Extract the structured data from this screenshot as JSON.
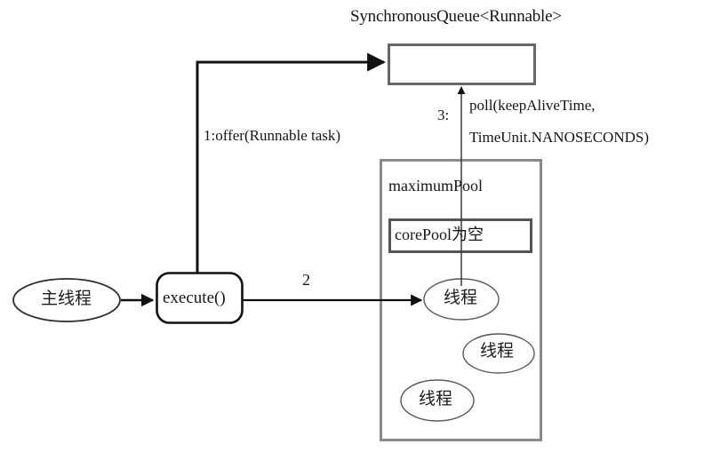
{
  "diagram": {
    "title_node": {
      "label": "SynchronousQueue<Runnable>",
      "box_name": "synchronous-queue-box"
    },
    "nodes": {
      "main_thread": "主线程",
      "execute": "execute()",
      "maximum_pool": "maximumPool",
      "core_pool": "corePool为空",
      "thread_1": "线程",
      "thread_2": "线程",
      "thread_3": "线程"
    },
    "edges": {
      "offer": "1:offer(Runnable task)",
      "dispatch": "2",
      "poll_index": "3:",
      "poll_line_1": "poll(keepAliveTime,",
      "poll_line_2": "TimeUnit.NANOSECONDS)"
    },
    "colors": {
      "stroke_dark": "#111111",
      "stroke_gray": "#6a6a6a",
      "ellipse_stroke": "#2b2b2b",
      "background": "#ffffff",
      "text": "#161616"
    }
  }
}
